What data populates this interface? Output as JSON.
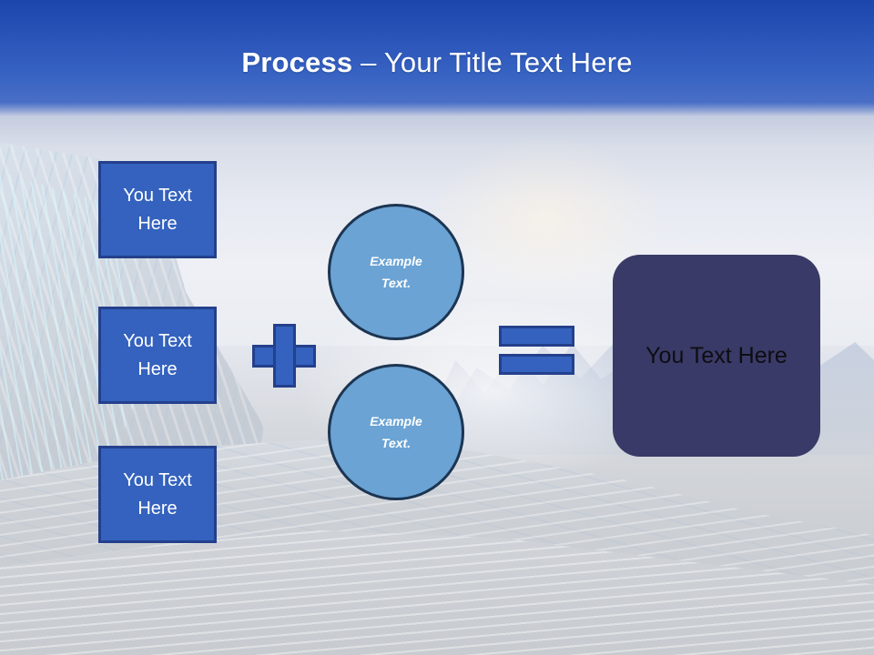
{
  "slide": {
    "title": {
      "strong": "Process",
      "rest": " – Your Title Text Here"
    }
  },
  "inputs": [
    {
      "label": "You Text Here"
    },
    {
      "label": "You Text Here"
    },
    {
      "label": "You Text Here"
    }
  ],
  "operators": {
    "plus": "+",
    "equals": "="
  },
  "circles": [
    {
      "line1": "Example",
      "line2": "Text."
    },
    {
      "line1": "Example",
      "line2": "Text."
    }
  ],
  "result": {
    "label": "You Text Here"
  },
  "colors": {
    "header_blue": "#1c46ac",
    "box_fill": "#3462be",
    "box_border": "#24408c",
    "circle_fill": "#6aa3d4",
    "circle_border": "#1c3552",
    "result_fill": "#3a3a68",
    "title_text": "#ffffff",
    "result_text": "#0d0d12"
  }
}
